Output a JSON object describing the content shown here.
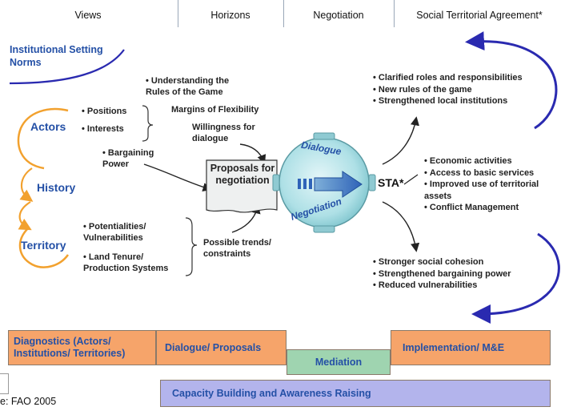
{
  "header": {
    "views": "Views",
    "horizons": "Horizons",
    "negotiation": "Negotiation",
    "sta": "Social Territorial Agreement*"
  },
  "left": {
    "institutional": "Institutional Setting Norms",
    "actors": "Actors",
    "history": "History",
    "territory": "Territory"
  },
  "views_items": {
    "positions": "Positions",
    "interests": "Interests",
    "bargaining": "Bargaining Power",
    "potentialities": "Potentialities/ Vulnerabilities",
    "land_tenure": "Land Tenure/ Production Systems"
  },
  "horizons_items": {
    "understanding": "Understanding the Rules of the Game",
    "margins": "Margins of Flexibility",
    "willingness": "Willingness for dialogue",
    "trends": "Possible trends/ constraints"
  },
  "center": {
    "proposals": "Proposals for negotiation",
    "dialogue": "Dialogue",
    "negotiation": "Negotiation",
    "sta": "STA*"
  },
  "outcomes_top": [
    "Clarified roles and responsibilities",
    "New rules of the game",
    "Strengthened local institutions"
  ],
  "outcomes_mid": [
    "Economic activities",
    "Access to basic services",
    "Improved use of territorial assets",
    "Conflict Management"
  ],
  "outcomes_bottom": [
    "Stronger social cohesion",
    "Strengthened bargaining power",
    "Reduced vulnerabilities"
  ],
  "bottom_bar": {
    "diagnostics": "Diagnostics (Actors/ Institutions/ Territories)",
    "dialogue_proposals": "Dialogue/ Proposals",
    "mediation": "Mediation",
    "implementation": "Implementation/ M&E",
    "capacity": "Capacity Building and Awareness Raising"
  },
  "source": "e: FAO 2005",
  "colors": {
    "orange_box": "#f6a46a",
    "green_box": "#9fd4b0",
    "purple_box": "#b3b4ec",
    "blue_text": "#2450a6",
    "arrow_orange": "#f2a12e",
    "arrow_blue": "#2a2ab0"
  }
}
